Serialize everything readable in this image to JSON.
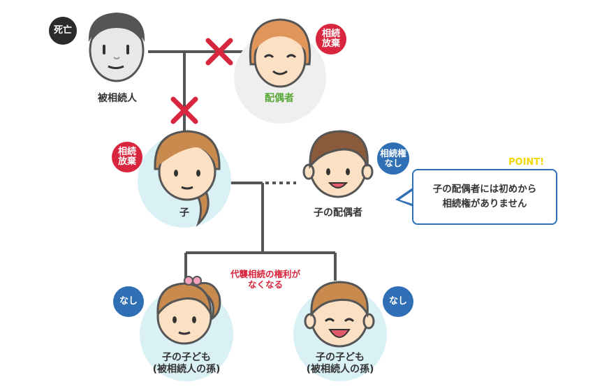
{
  "people": {
    "deceased": {
      "label": "被相続人",
      "badge": "死亡"
    },
    "spouse": {
      "label": "配偶者",
      "badge_line1": "相続",
      "badge_line2": "放棄"
    },
    "child": {
      "label": "子",
      "badge_line1": "相続",
      "badge_line2": "放棄"
    },
    "child_spouse": {
      "label": "子の配偶者",
      "badge_line1": "相続権",
      "badge_line2": "なし"
    },
    "grandchild_girl": {
      "label_line1": "子の子ども",
      "label_line2": "(被相続人の孫)",
      "badge": "なし"
    },
    "grandchild_boy": {
      "label_line1": "子の子ども",
      "label_line2": "(被相続人の孫)",
      "badge": "なし"
    }
  },
  "annotation": {
    "line1": "代襲相続の権利が",
    "line2": "なくなる"
  },
  "point": {
    "title": "POINT!",
    "line1": "子の配偶者には初めから",
    "line2": "相続権がありません"
  },
  "colors": {
    "deceased_badge": "#2b2b2b",
    "waived_badge": "#d7263d",
    "none_badge": "#2e6fb5",
    "spouse_label": "#5aa83a",
    "circle_bg": "#d9f0f5",
    "spouse_circle_bg": "#efefef",
    "line": "#555555",
    "cross": "#d7263d",
    "point_title": "#f2d400"
  }
}
